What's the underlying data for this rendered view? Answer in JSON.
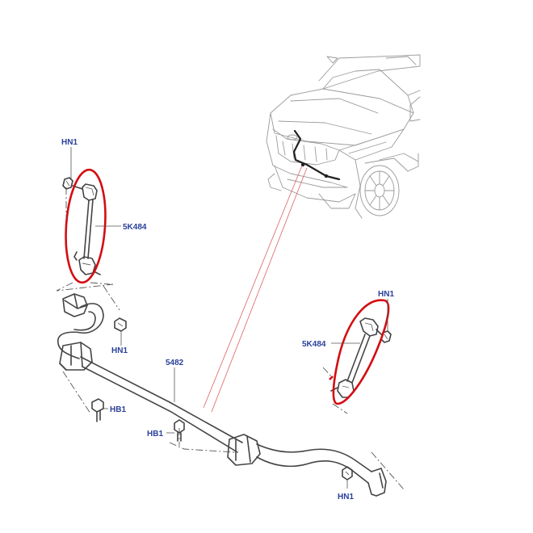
{
  "labels": {
    "hn1_left_link": "HN1",
    "link_left": "5K484",
    "hn1_right_link": "HN1",
    "link_right": "5K484",
    "hn1_bracket_left": "HN1",
    "bar": "5482",
    "hb1_left": "HB1",
    "hb1_center": "HB1",
    "hn1_bottom_right": "HN1"
  },
  "colors": {
    "highlight_circle": "#d40d12",
    "callout_text": "#2a3f9a",
    "line_art": "#444444",
    "vehicle_art": "#9a9a9a"
  }
}
